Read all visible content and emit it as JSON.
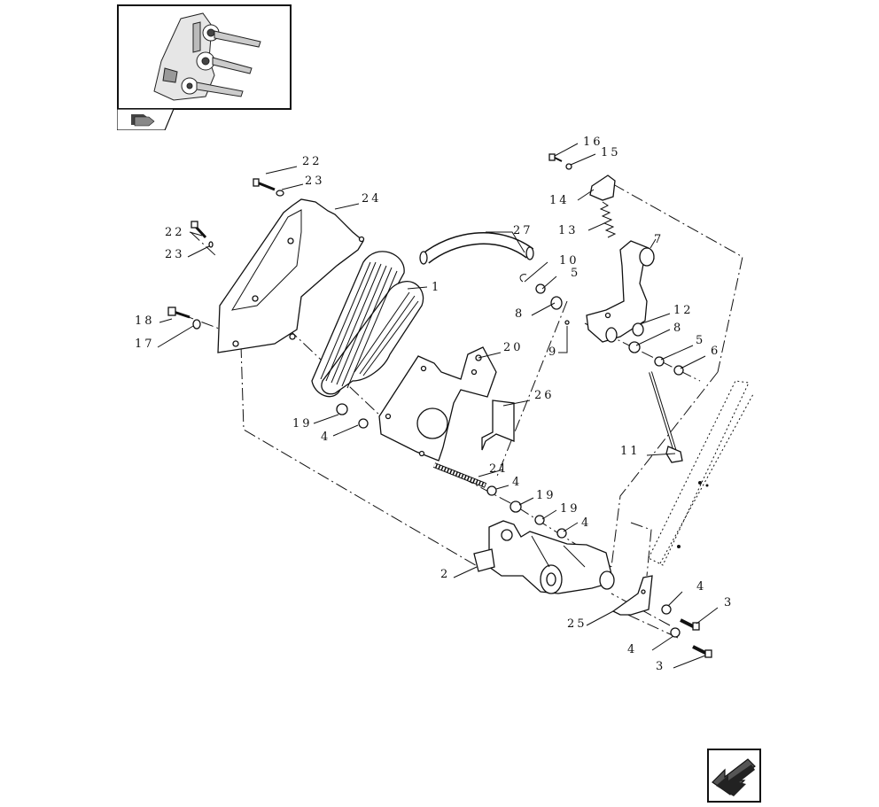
{
  "callouts": [
    {
      "id": "c22a",
      "label": "22"
    },
    {
      "id": "c23a",
      "label": "23"
    },
    {
      "id": "c24",
      "label": "24"
    },
    {
      "id": "c22b",
      "label": "22"
    },
    {
      "id": "c23b",
      "label": "23"
    },
    {
      "id": "c27",
      "label": "27"
    },
    {
      "id": "c1",
      "label": "1"
    },
    {
      "id": "c18",
      "label": "18"
    },
    {
      "id": "c17",
      "label": "17"
    },
    {
      "id": "c20",
      "label": "20"
    },
    {
      "id": "c26",
      "label": "26"
    },
    {
      "id": "c19a",
      "label": "19"
    },
    {
      "id": "c4a",
      "label": "4"
    },
    {
      "id": "c21",
      "label": "21"
    },
    {
      "id": "c4b",
      "label": "4"
    },
    {
      "id": "c19b",
      "label": "19"
    },
    {
      "id": "c19c",
      "label": "19"
    },
    {
      "id": "c4c",
      "label": "4"
    },
    {
      "id": "c2",
      "label": "2"
    },
    {
      "id": "c25",
      "label": "25"
    },
    {
      "id": "c4d",
      "label": "4"
    },
    {
      "id": "c3a",
      "label": "3"
    },
    {
      "id": "c4e",
      "label": "4"
    },
    {
      "id": "c3b",
      "label": "3"
    },
    {
      "id": "c16",
      "label": "16"
    },
    {
      "id": "c15",
      "label": "15"
    },
    {
      "id": "c14",
      "label": "14"
    },
    {
      "id": "c13",
      "label": "13"
    },
    {
      "id": "c7",
      "label": "7"
    },
    {
      "id": "c10",
      "label": "10"
    },
    {
      "id": "c5a",
      "label": "5"
    },
    {
      "id": "c8a",
      "label": "8"
    },
    {
      "id": "c12",
      "label": "12"
    },
    {
      "id": "c9",
      "label": "9"
    },
    {
      "id": "c8b",
      "label": "8"
    },
    {
      "id": "c5b",
      "label": "5"
    },
    {
      "id": "c6",
      "label": "6"
    },
    {
      "id": "c11",
      "label": "11"
    }
  ],
  "icons": {
    "thumbnail": "assembly-thumbnail-icon",
    "thumbnail_tab": "book-arrow-icon",
    "navigation": "previous-page-arrow-icon"
  }
}
